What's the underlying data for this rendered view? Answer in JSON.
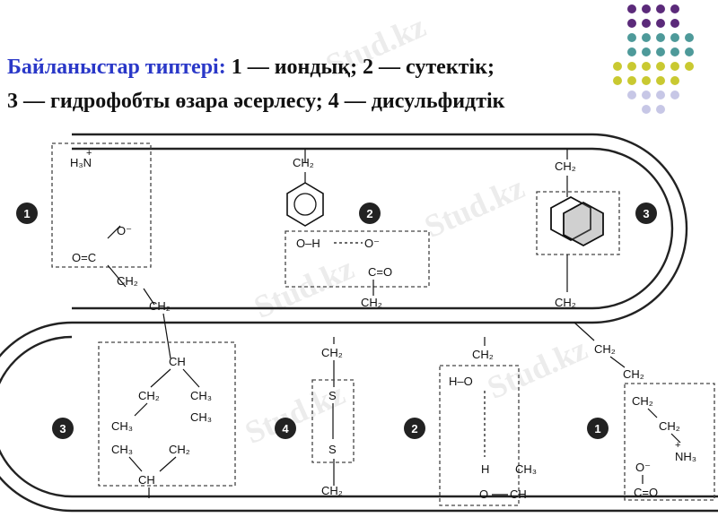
{
  "heading": {
    "lead": "Байланыстар типтері:",
    "line1_rest": " 1 — иондық; 2 — сутектік;",
    "line2": "3 — гидрофобты өзара әсерлесу; 4 — дисульфидтік"
  },
  "watermark": "Stud.kz",
  "colors": {
    "heading_lead": "#2a38c8",
    "dot_purple": "#5b2a7a",
    "dot_teal": "#4e9a9a",
    "dot_yellow": "#c9c931",
    "dot_lavender": "#c7c7e6",
    "badge": "#222222"
  },
  "badges": [
    "1",
    "2",
    "3",
    "4",
    "2",
    "1",
    "3"
  ],
  "chem": {
    "h3n": "H₃N",
    "h3n_plus": "+",
    "o_minus": "O⁻",
    "o_eq_c": "O=C",
    "ch2": "CH₂",
    "ch": "CH",
    "ch3": "CH₃",
    "s": "S",
    "o_h": "O–H",
    "c_eq_o": "C=O",
    "o": "O",
    "h": "H",
    "h_o": "H–O",
    "nh3": "NH₃"
  }
}
